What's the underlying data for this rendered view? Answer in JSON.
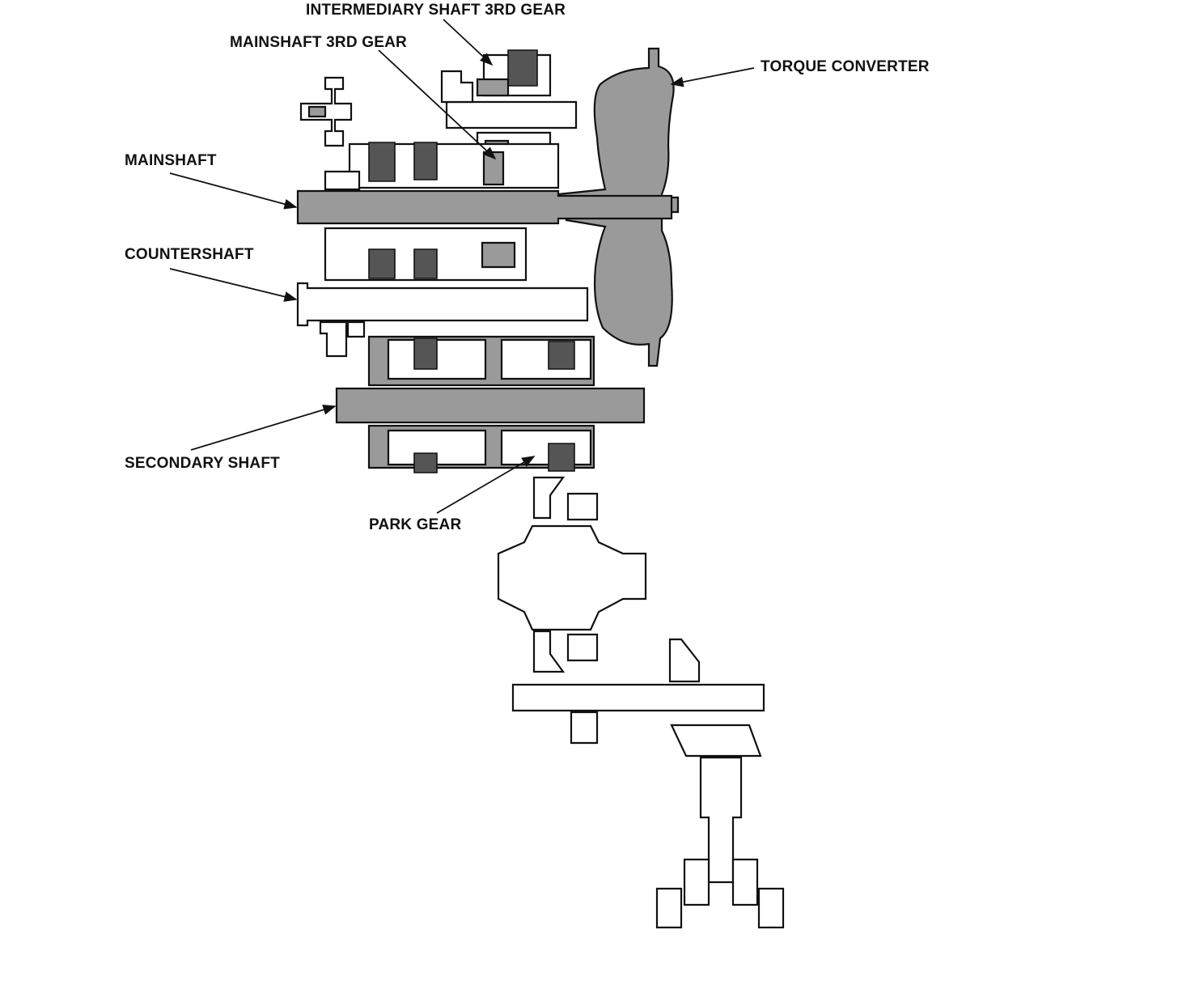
{
  "labels": {
    "intermediary_3rd": "INTERMEDIARY SHAFT 3RD GEAR",
    "mainshaft_3rd": "MAINSHAFT 3RD GEAR",
    "torque_converter": "TORQUE CONVERTER",
    "mainshaft": "MAINSHAFT",
    "countershaft": "COUNTERSHAFT",
    "secondary_shaft": "SECONDARY SHAFT",
    "park_gear": "PARK GEAR"
  },
  "colors": {
    "line": "#111111",
    "shade": "#9a9a9a",
    "dark_shade": "#555555",
    "background": "#ffffff"
  }
}
